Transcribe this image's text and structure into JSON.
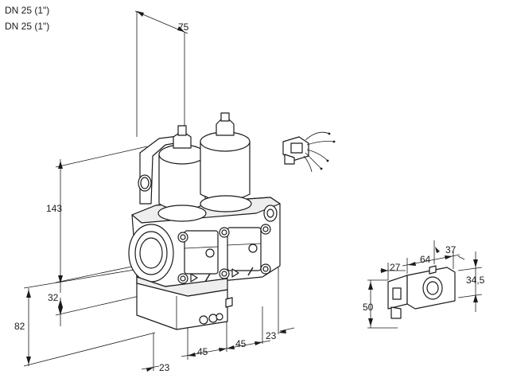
{
  "header": {
    "line1": "DN 25 (1\")",
    "line2": "DN 25 (1\")"
  },
  "dimensions": {
    "d75": "75",
    "d143": "143",
    "d32": "32",
    "d82": "82",
    "d23_bottom": "23",
    "d45_left": "45",
    "d45_right": "45",
    "d23_right": "23",
    "d27": "27",
    "d64": "64",
    "d37": "37",
    "d34_5": "34,5",
    "d50": "50"
  }
}
